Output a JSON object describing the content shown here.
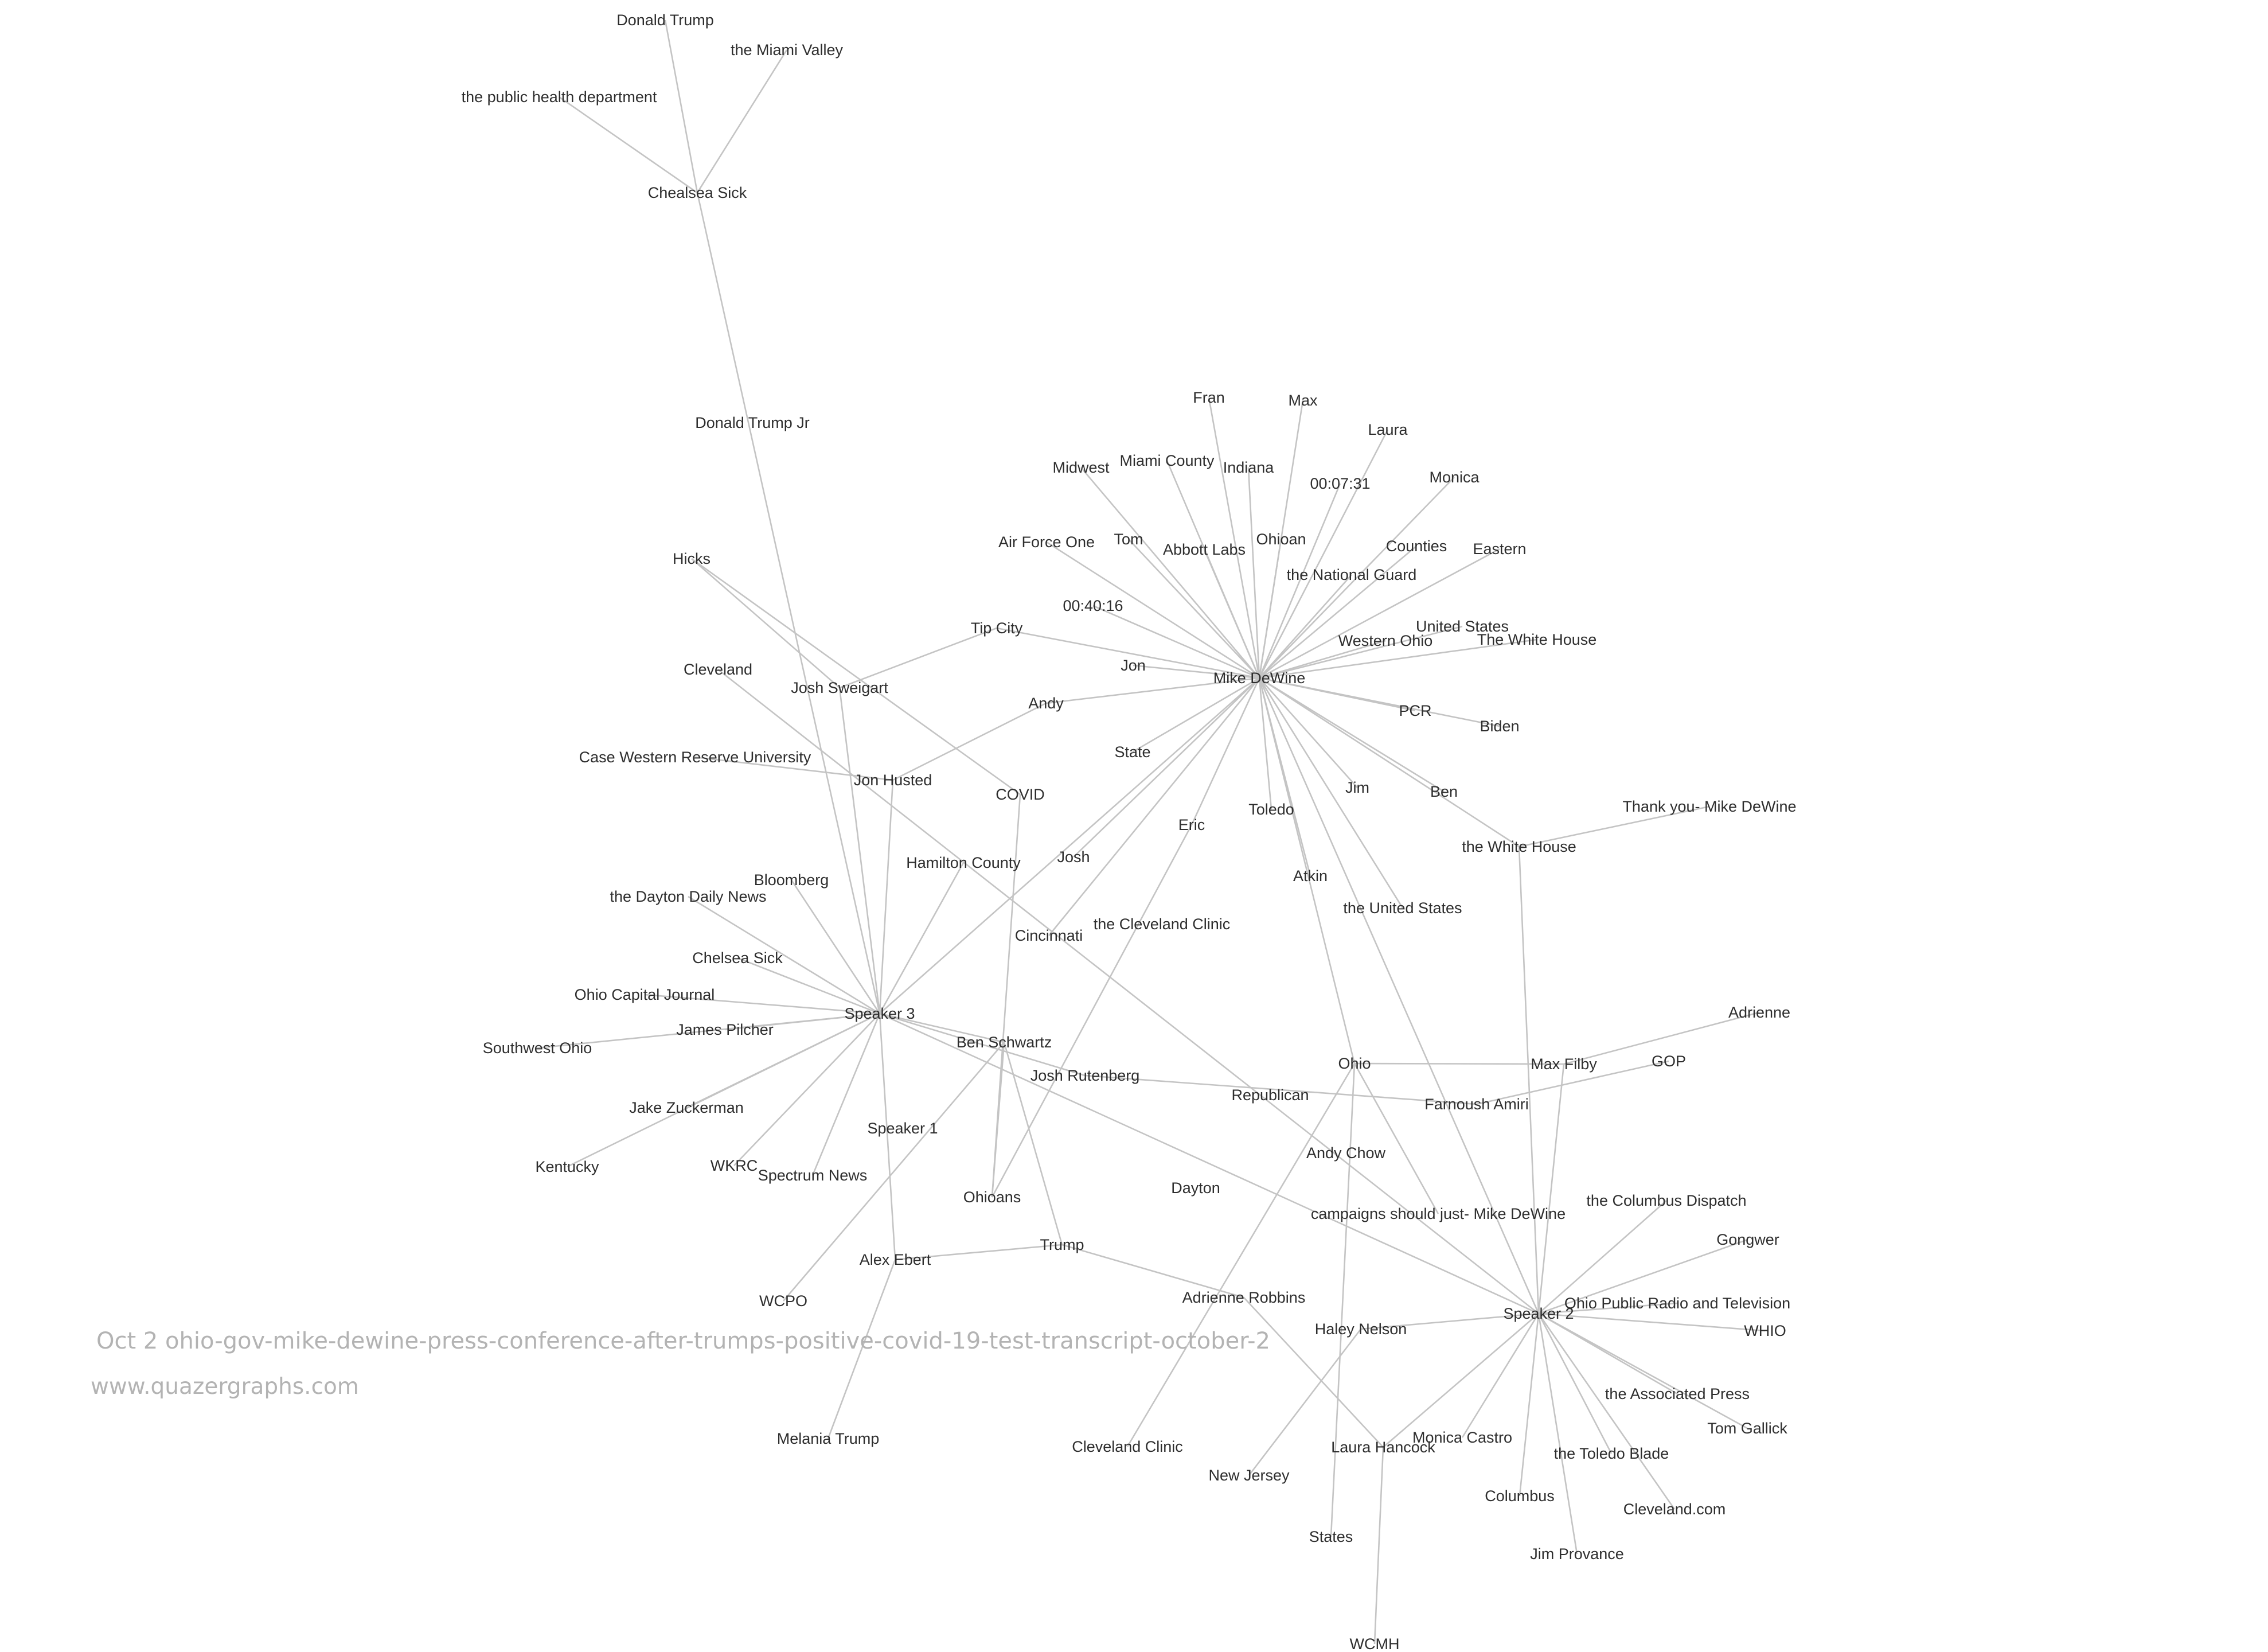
{
  "caption": {
    "title": "Oct 2 ohio-gov-mike-dewine-press-conference-after-trumps-positive-covid-19-test-transcript-october-2",
    "site": "www.quazergraphs.com"
  },
  "colors": {
    "edge": "#c4c4c4",
    "label": "#2e2e2e",
    "caption": "#b3b3b3"
  },
  "graph": {
    "nodes": [
      {
        "id": "donald-trump",
        "label": "Donald Trump"
      },
      {
        "id": "miami-valley",
        "label": "the Miami Valley"
      },
      {
        "id": "public-health-department",
        "label": "the public health department"
      },
      {
        "id": "chealsea-sick",
        "label": "Chealsea Sick"
      },
      {
        "id": "donald-trump-jr",
        "label": "Donald Trump Jr"
      },
      {
        "id": "hicks",
        "label": "Hicks"
      },
      {
        "id": "cleveland",
        "label": "Cleveland"
      },
      {
        "id": "josh-sweigart",
        "label": "Josh Sweigart"
      },
      {
        "id": "case-western",
        "label": "Case Western Reserve University"
      },
      {
        "id": "jon-husted",
        "label": "Jon Husted"
      },
      {
        "id": "tip-city",
        "label": "Tip City"
      },
      {
        "id": "andy",
        "label": "Andy"
      },
      {
        "id": "covid",
        "label": "COVID"
      },
      {
        "id": "state",
        "label": "State"
      },
      {
        "id": "fran",
        "label": "Fran"
      },
      {
        "id": "max",
        "label": "Max"
      },
      {
        "id": "laura",
        "label": "Laura"
      },
      {
        "id": "midwest",
        "label": "Midwest"
      },
      {
        "id": "miami-county",
        "label": "Miami County"
      },
      {
        "id": "indiana",
        "label": "Indiana"
      },
      {
        "id": "time-0731",
        "label": "00:07:31"
      },
      {
        "id": "monica",
        "label": "Monica"
      },
      {
        "id": "air-force-one",
        "label": "Air Force One"
      },
      {
        "id": "tom",
        "label": "Tom"
      },
      {
        "id": "abbott-labs",
        "label": "Abbott Labs"
      },
      {
        "id": "ohioan",
        "label": "Ohioan"
      },
      {
        "id": "counties",
        "label": "Counties"
      },
      {
        "id": "eastern",
        "label": "Eastern"
      },
      {
        "id": "national-guard",
        "label": "the National Guard"
      },
      {
        "id": "time-4016",
        "label": "00:40:16"
      },
      {
        "id": "united-states",
        "label": "United States"
      },
      {
        "id": "western-ohio",
        "label": "Western Ohio"
      },
      {
        "id": "white-house-caps",
        "label": "The White House"
      },
      {
        "id": "jon",
        "label": "Jon"
      },
      {
        "id": "mike-dewine",
        "label": "Mike DeWine"
      },
      {
        "id": "pcr",
        "label": "PCR"
      },
      {
        "id": "biden",
        "label": "Biden"
      },
      {
        "id": "jim",
        "label": "Jim"
      },
      {
        "id": "ben",
        "label": "Ben"
      },
      {
        "id": "toledo",
        "label": "Toledo"
      },
      {
        "id": "eric",
        "label": "Eric"
      },
      {
        "id": "thank-you",
        "label": "Thank you- Mike DeWine"
      },
      {
        "id": "the-white-house",
        "label": "the White House"
      },
      {
        "id": "hamilton-county",
        "label": "Hamilton County"
      },
      {
        "id": "josh",
        "label": "Josh"
      },
      {
        "id": "bloomberg",
        "label": "Bloomberg"
      },
      {
        "id": "dayton-daily-news",
        "label": "the Dayton Daily News"
      },
      {
        "id": "atkin",
        "label": "Atkin"
      },
      {
        "id": "the-united-states",
        "label": "the United States"
      },
      {
        "id": "cleveland-clinic-the",
        "label": "the Cleveland Clinic"
      },
      {
        "id": "cincinnati",
        "label": "Cincinnati"
      },
      {
        "id": "chelsea-sick",
        "label": "Chelsea Sick"
      },
      {
        "id": "ohio-capital-journal",
        "label": "Ohio Capital Journal"
      },
      {
        "id": "speaker-3",
        "label": "Speaker 3"
      },
      {
        "id": "adrienne",
        "label": "Adrienne"
      },
      {
        "id": "southwest-ohio",
        "label": "Southwest Ohio"
      },
      {
        "id": "james-pilcher",
        "label": "James Pilcher"
      },
      {
        "id": "ben-schwartz",
        "label": "Ben Schwartz"
      },
      {
        "id": "ohio",
        "label": "Ohio"
      },
      {
        "id": "max-filby",
        "label": "Max Filby"
      },
      {
        "id": "gop",
        "label": "GOP"
      },
      {
        "id": "josh-rutenberg",
        "label": "Josh Rutenberg"
      },
      {
        "id": "republican",
        "label": "Republican"
      },
      {
        "id": "farnoush-amiri",
        "label": "Farnoush Amiri"
      },
      {
        "id": "jake-zuckerman",
        "label": "Jake Zuckerman"
      },
      {
        "id": "speaker-1",
        "label": "Speaker 1"
      },
      {
        "id": "kentucky",
        "label": "Kentucky"
      },
      {
        "id": "wkrc",
        "label": "WKRC"
      },
      {
        "id": "spectrum-news",
        "label": "Spectrum News"
      },
      {
        "id": "andy-chow",
        "label": "Andy Chow"
      },
      {
        "id": "dayton",
        "label": "Dayton"
      },
      {
        "id": "ohioans",
        "label": "Ohioans"
      },
      {
        "id": "campaigns",
        "label": "campaigns should just- Mike DeWine"
      },
      {
        "id": "columbus-dispatch",
        "label": "the Columbus Dispatch"
      },
      {
        "id": "gongwer",
        "label": "Gongwer"
      },
      {
        "id": "trump",
        "label": "Trump"
      },
      {
        "id": "alex-ebert",
        "label": "Alex Ebert"
      },
      {
        "id": "adrienne-robbins",
        "label": "Adrienne Robbins"
      },
      {
        "id": "ohio-public-radio",
        "label": "Ohio Public Radio and Television"
      },
      {
        "id": "wcpo",
        "label": "WCPO"
      },
      {
        "id": "speaker-2",
        "label": "Speaker 2"
      },
      {
        "id": "haley-nelson",
        "label": "Haley Nelson"
      },
      {
        "id": "whio",
        "label": "WHIO"
      },
      {
        "id": "associated-press",
        "label": "the Associated Press"
      },
      {
        "id": "tom-gallick",
        "label": "Tom Gallick"
      },
      {
        "id": "melania-trump",
        "label": "Melania Trump"
      },
      {
        "id": "monica-castro",
        "label": "Monica Castro"
      },
      {
        "id": "cleveland-clinic",
        "label": "Cleveland Clinic"
      },
      {
        "id": "laura-hancock",
        "label": "Laura Hancock"
      },
      {
        "id": "toledo-blade",
        "label": "the Toledo Blade"
      },
      {
        "id": "new-jersey",
        "label": "New Jersey"
      },
      {
        "id": "columbus",
        "label": "Columbus"
      },
      {
        "id": "cleveland-com",
        "label": "Cleveland.com"
      },
      {
        "id": "states",
        "label": "States"
      },
      {
        "id": "jim-provance",
        "label": "Jim Provance"
      },
      {
        "id": "wcmh",
        "label": "WCMH"
      }
    ],
    "edges": [
      [
        "chealsea-sick",
        "donald-trump"
      ],
      [
        "chealsea-sick",
        "miami-valley"
      ],
      [
        "chealsea-sick",
        "public-health-department"
      ],
      [
        "chealsea-sick",
        "speaker-3"
      ],
      [
        "mike-dewine",
        "fran"
      ],
      [
        "mike-dewine",
        "max"
      ],
      [
        "mike-dewine",
        "laura"
      ],
      [
        "mike-dewine",
        "midwest"
      ],
      [
        "mike-dewine",
        "miami-county"
      ],
      [
        "mike-dewine",
        "indiana"
      ],
      [
        "mike-dewine",
        "time-0731"
      ],
      [
        "mike-dewine",
        "monica"
      ],
      [
        "mike-dewine",
        "air-force-one"
      ],
      [
        "mike-dewine",
        "tom"
      ],
      [
        "mike-dewine",
        "abbott-labs"
      ],
      [
        "mike-dewine",
        "ohioan"
      ],
      [
        "mike-dewine",
        "counties"
      ],
      [
        "mike-dewine",
        "eastern"
      ],
      [
        "mike-dewine",
        "national-guard"
      ],
      [
        "mike-dewine",
        "time-4016"
      ],
      [
        "mike-dewine",
        "united-states"
      ],
      [
        "mike-dewine",
        "western-ohio"
      ],
      [
        "mike-dewine",
        "white-house-caps"
      ],
      [
        "mike-dewine",
        "jon"
      ],
      [
        "mike-dewine",
        "tip-city"
      ],
      [
        "mike-dewine",
        "andy"
      ],
      [
        "mike-dewine",
        "pcr"
      ],
      [
        "mike-dewine",
        "biden"
      ],
      [
        "mike-dewine",
        "jim"
      ],
      [
        "mike-dewine",
        "ben"
      ],
      [
        "mike-dewine",
        "toledo"
      ],
      [
        "mike-dewine",
        "eric"
      ],
      [
        "mike-dewine",
        "state"
      ],
      [
        "mike-dewine",
        "josh"
      ],
      [
        "mike-dewine",
        "cincinnati"
      ],
      [
        "mike-dewine",
        "atkin"
      ],
      [
        "mike-dewine",
        "the-white-house"
      ],
      [
        "mike-dewine",
        "the-united-states"
      ],
      [
        "mike-dewine",
        "ohio"
      ],
      [
        "mike-dewine",
        "speaker-3"
      ],
      [
        "mike-dewine",
        "speaker-2"
      ],
      [
        "josh-sweigart",
        "hicks"
      ],
      [
        "josh-sweigart",
        "tip-city"
      ],
      [
        "josh-sweigart",
        "speaker-3"
      ],
      [
        "andy",
        "jon-husted"
      ],
      [
        "jon-husted",
        "case-western"
      ],
      [
        "jon-husted",
        "speaker-3"
      ],
      [
        "cleveland",
        "speaker-2"
      ],
      [
        "covid",
        "hicks"
      ],
      [
        "covid",
        "ohioans"
      ],
      [
        "the-white-house",
        "thank-you"
      ],
      [
        "the-white-house",
        "speaker-2"
      ],
      [
        "speaker-3",
        "bloomberg"
      ],
      [
        "speaker-3",
        "dayton-daily-news"
      ],
      [
        "speaker-3",
        "chelsea-sick"
      ],
      [
        "speaker-3",
        "ohio-capital-journal"
      ],
      [
        "speaker-3",
        "southwest-ohio"
      ],
      [
        "speaker-3",
        "james-pilcher"
      ],
      [
        "speaker-3",
        "jake-zuckerman"
      ],
      [
        "speaker-3",
        "kentucky"
      ],
      [
        "speaker-3",
        "wkrc"
      ],
      [
        "speaker-3",
        "spectrum-news"
      ],
      [
        "speaker-3",
        "ben-schwartz"
      ],
      [
        "speaker-3",
        "josh-rutenberg"
      ],
      [
        "speaker-3",
        "speaker-2"
      ],
      [
        "speaker-3",
        "alex-ebert"
      ],
      [
        "speaker-3",
        "hamilton-county"
      ],
      [
        "ben-schwartz",
        "wcpo"
      ],
      [
        "ben-schwartz",
        "ohioans"
      ],
      [
        "ben-schwartz",
        "trump"
      ],
      [
        "josh-rutenberg",
        "farnoush-amiri"
      ],
      [
        "max-filby",
        "adrienne"
      ],
      [
        "max-filby",
        "ohio"
      ],
      [
        "max-filby",
        "speaker-2"
      ],
      [
        "farnoush-amiri",
        "gop"
      ],
      [
        "ohio",
        "campaigns"
      ],
      [
        "ohio",
        "cleveland-clinic"
      ],
      [
        "ohio",
        "states"
      ],
      [
        "alex-ebert",
        "trump"
      ],
      [
        "alex-ebert",
        "melania-trump"
      ],
      [
        "trump",
        "adrienne-robbins"
      ],
      [
        "adrienne-robbins",
        "laura-hancock"
      ],
      [
        "eric",
        "ohioans"
      ],
      [
        "speaker-2",
        "columbus-dispatch"
      ],
      [
        "speaker-2",
        "gongwer"
      ],
      [
        "speaker-2",
        "ohio-public-radio"
      ],
      [
        "speaker-2",
        "whio"
      ],
      [
        "speaker-2",
        "associated-press"
      ],
      [
        "speaker-2",
        "tom-gallick"
      ],
      [
        "speaker-2",
        "monica-castro"
      ],
      [
        "speaker-2",
        "toledo-blade"
      ],
      [
        "speaker-2",
        "columbus"
      ],
      [
        "speaker-2",
        "cleveland-com"
      ],
      [
        "speaker-2",
        "jim-provance"
      ],
      [
        "speaker-2",
        "haley-nelson"
      ],
      [
        "speaker-2",
        "laura-hancock"
      ],
      [
        "haley-nelson",
        "new-jersey"
      ],
      [
        "laura-hancock",
        "wcmh"
      ]
    ]
  }
}
